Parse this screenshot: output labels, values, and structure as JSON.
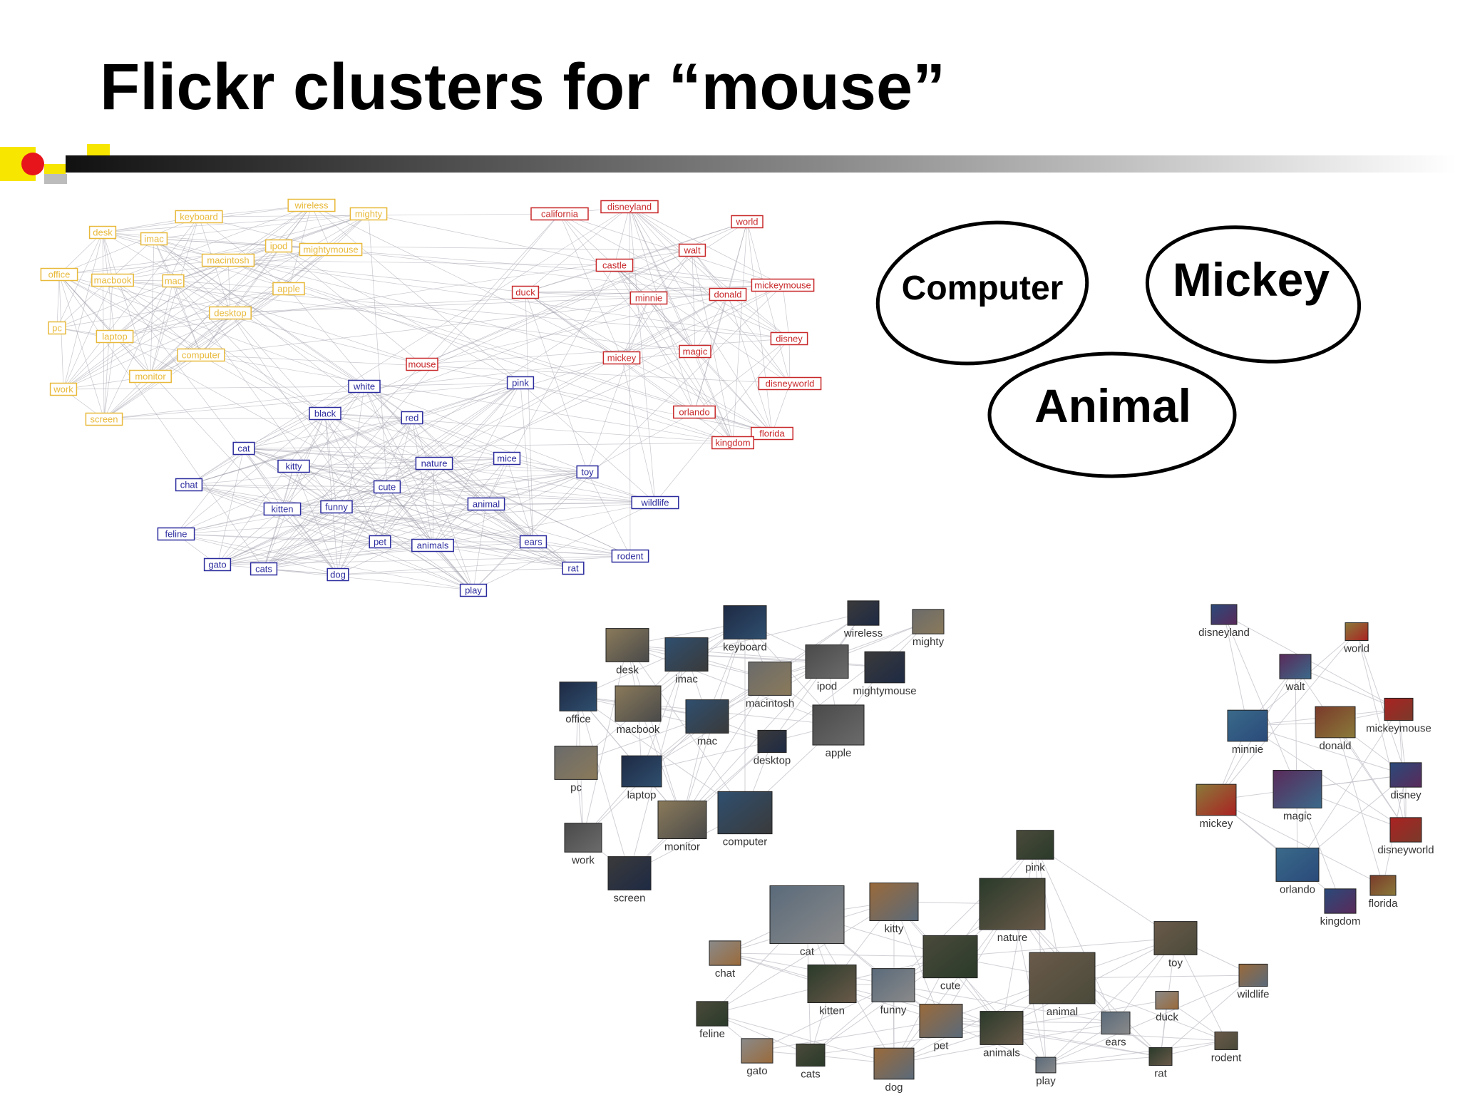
{
  "slide": {
    "title": "Flickr clusters for “mouse”"
  },
  "colors": {
    "computer": "#e8b93a",
    "mickey": "#c8282a",
    "animal": "#2b2b9e",
    "edge": "#9a9aa8",
    "accent_red": "#e8141b",
    "accent_yellow": "#f7e600"
  },
  "clusters": [
    {
      "label": "Computer",
      "size": "medium"
    },
    {
      "label": "Mickey",
      "size": "large"
    },
    {
      "label": "Animal",
      "size": "large"
    }
  ],
  "tag_graph": {
    "computer_tags": [
      "wireless",
      "mighty",
      "keyboard",
      "desk",
      "imac",
      "ipod",
      "mightymouse",
      "macintosh",
      "office",
      "macbook",
      "mac",
      "apple",
      "desktop",
      "pc",
      "laptop",
      "computer",
      "monitor",
      "work",
      "screen"
    ],
    "mickey_tags": [
      "california",
      "disneyland",
      "world",
      "walt",
      "castle",
      "duck",
      "minnie",
      "donald",
      "mickeymouse",
      "disney",
      "mouse",
      "mickey",
      "magic",
      "disneyworld",
      "orlando",
      "florida",
      "kingdom"
    ],
    "animal_tags": [
      "white",
      "pink",
      "black",
      "red",
      "cat",
      "kitty",
      "nature",
      "mice",
      "toy",
      "chat",
      "cute",
      "kitten",
      "funny",
      "animal",
      "wildlife",
      "feline",
      "pet",
      "animals",
      "ears",
      "rodent",
      "gato",
      "cats",
      "dog",
      "rat",
      "play"
    ]
  },
  "photo_graph": {
    "computer_photos": [
      "wireless",
      "mighty",
      "keyboard",
      "desk",
      "imac",
      "ipod",
      "mightymouse",
      "macintosh",
      "office",
      "macbook",
      "mac",
      "apple",
      "desktop",
      "pc",
      "laptop",
      "monitor",
      "computer",
      "work",
      "screen"
    ],
    "mickey_photos": [
      "disneyland",
      "world",
      "walt",
      "mickeymouse",
      "minnie",
      "donald",
      "disney",
      "mickey",
      "magic",
      "disneyworld",
      "orlando",
      "florida",
      "kingdom"
    ],
    "animal_photos": [
      "pink",
      "kitty",
      "nature",
      "cat",
      "toy",
      "chat",
      "cute",
      "wildlife",
      "kitten",
      "funny",
      "animal",
      "duck",
      "feline",
      "pet",
      "animals",
      "ears",
      "rodent",
      "gato",
      "cats",
      "dog",
      "rat",
      "play"
    ]
  }
}
